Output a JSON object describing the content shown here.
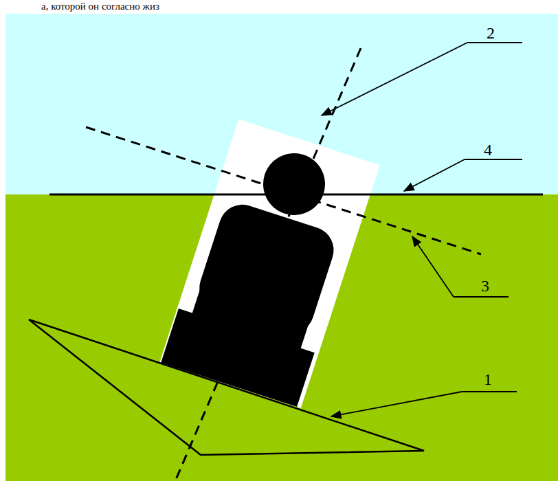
{
  "diagram": {
    "labels": [
      "а, которой он согласно жиз",
      "1",
      "2",
      "3",
      "4"
    ]
  }
}
